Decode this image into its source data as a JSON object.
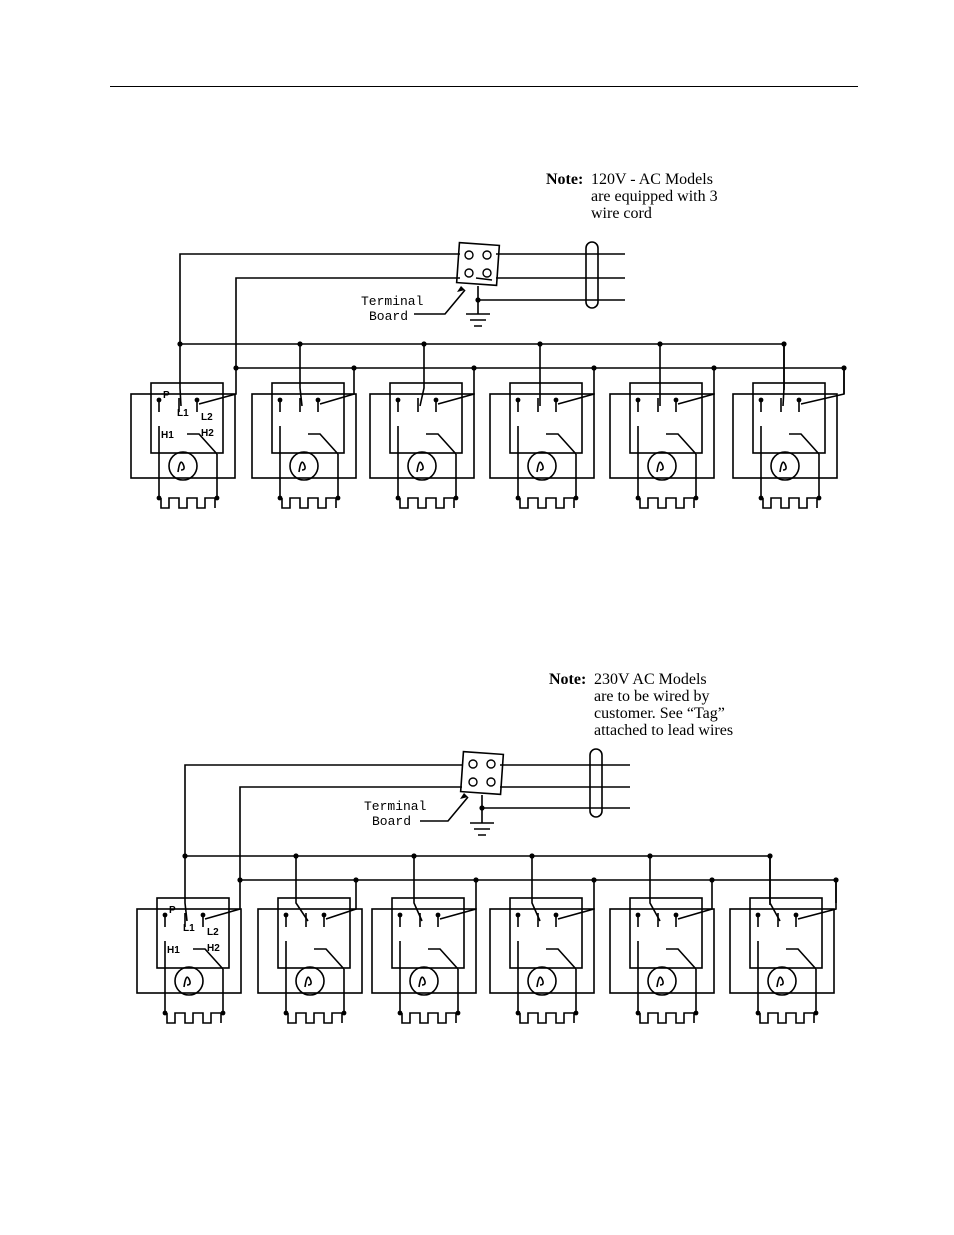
{
  "diagrams": [
    {
      "note_label": "Note:",
      "note_lines": [
        "120V - AC Models",
        "are equipped with 3",
        "wire cord"
      ],
      "terminal_label_1": "Terminal",
      "terminal_label_2": "Board",
      "switch_labels": {
        "p": "P",
        "l1": "L1",
        "l2": "L2",
        "h1": "H1",
        "h2": "H2"
      },
      "element_count": 6
    },
    {
      "note_label": "Note:",
      "note_lines": [
        "230V AC Models",
        "are to be wired by",
        "customer.  See “Tag”",
        "attached to lead wires"
      ],
      "terminal_label_1": "Terminal",
      "terminal_label_2": "Board",
      "switch_labels": {
        "p": "P",
        "l1": "L1",
        "l2": "L2",
        "h1": "H1",
        "h2": "H2"
      },
      "element_count": 6
    }
  ]
}
